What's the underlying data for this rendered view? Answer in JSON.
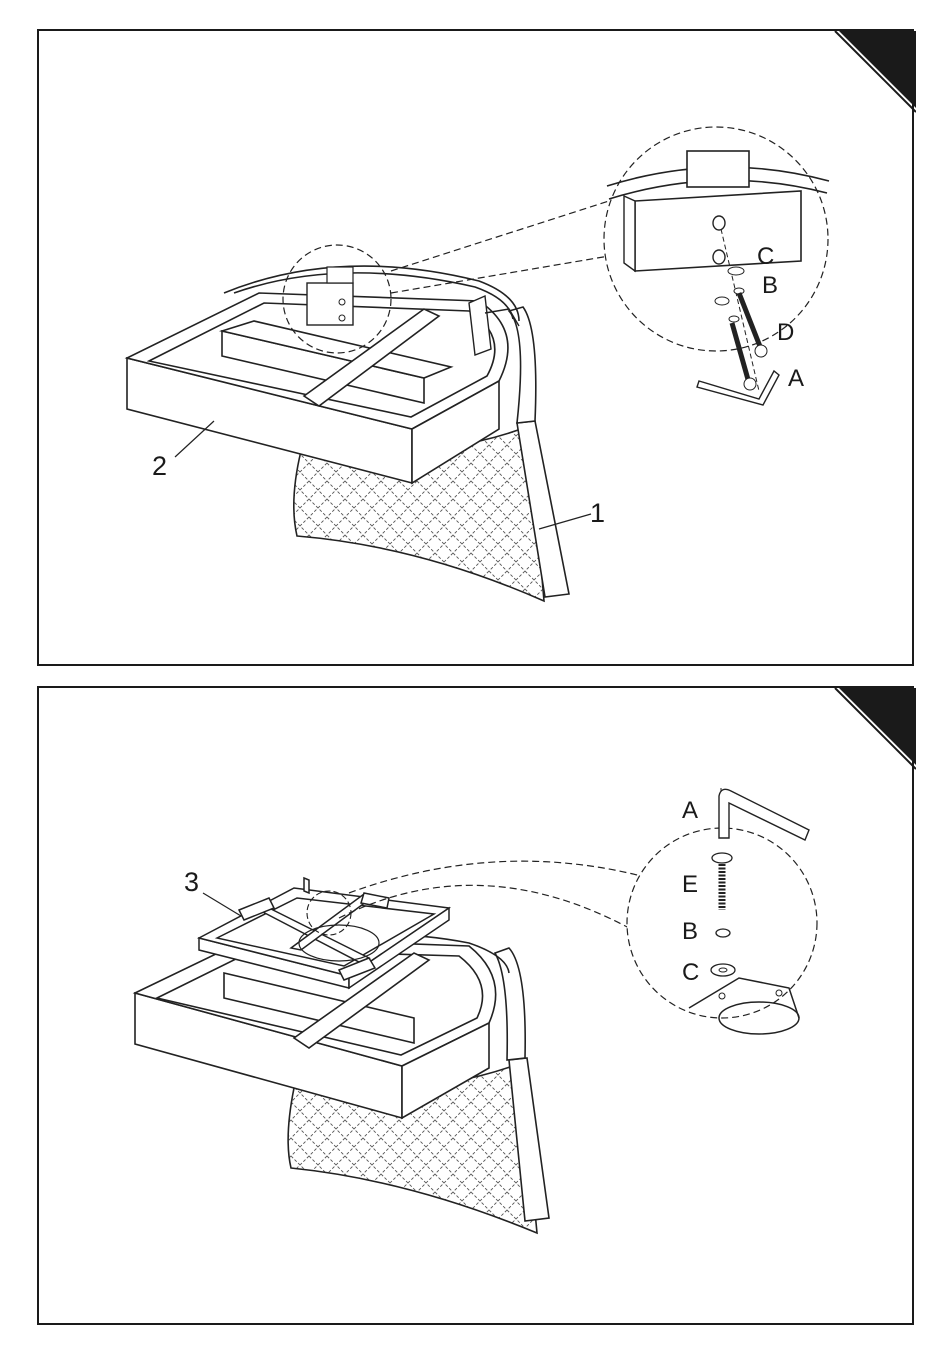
{
  "step1": {
    "callouts": [
      "1",
      "2"
    ],
    "hardware": [
      "A",
      "B",
      "C",
      "D"
    ]
  },
  "step2": {
    "callouts": [
      "3"
    ],
    "hardware": [
      "A",
      "E",
      "B",
      "C"
    ]
  }
}
